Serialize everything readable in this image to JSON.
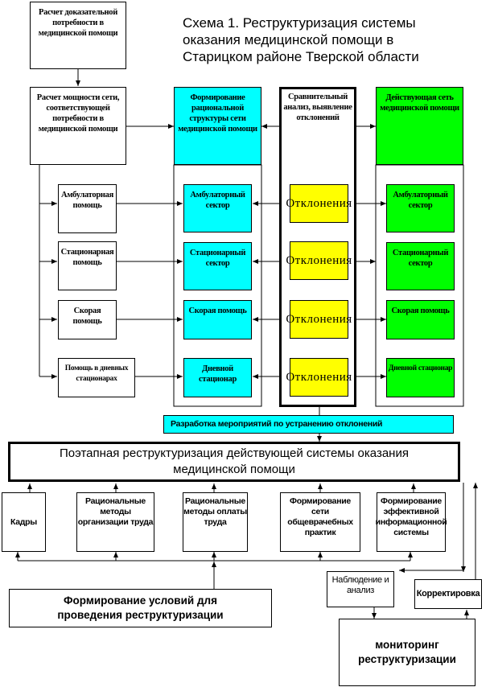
{
  "title": "Схема 1. Реструктуризация системы оказания медицинской помощи в Старицком   районе Тверской области",
  "colors": {
    "rational_structure": "#00ffff",
    "existing_network": "#00ff00",
    "deviations": "#ffff00",
    "measures": "#00ffff"
  },
  "top": {
    "evidence_need": "Расчет доказательной потребности в медицинской помощи",
    "network_capacity": "Расчет мощности сети, соответствующей потребности в медицинской помощи"
  },
  "columns": {
    "rational_header": "Формирование рациональной структуры сети медицинской помощи",
    "comparison_header": "Сравнительный анализ, выявление отклонений",
    "existing_header": "Действующая сеть медицинской помощи"
  },
  "care_types": [
    "Амбулаторная помощь",
    "Стационарная помощь",
    "Скорая помощь",
    "Помощь в дневных стационарах"
  ],
  "rational_sectors": [
    "Амбулаторный сектор",
    "Стационарный сектор",
    "Скорая помощь",
    "Дневной стационар"
  ],
  "deviations": [
    "Отклонения",
    "Отклонения",
    "Отклонения",
    "Отклонения"
  ],
  "existing_sectors": [
    "Амбулаторный сектор",
    "Стационарный сектор",
    "Скорая помощь",
    "Дневной стационар"
  ],
  "measures": "Разработка мероприятий по устранению отклонений",
  "restructuring": "Поэтапная реструктуризация действующей системы оказания медицинской помощи",
  "conditions_items": [
    "Кадры",
    "Рациональные методы организации труда",
    "Рациональные методы оплаты труда",
    "Формирование сети общеврачебных практик",
    "Формирование эффективной информационной системы"
  ],
  "conditions": "Формирование условий для проведения реструктуризации",
  "observation": "Наблюдение и анализ",
  "correction": "Корректировка",
  "monitoring": "мониторинг реструктуризации"
}
